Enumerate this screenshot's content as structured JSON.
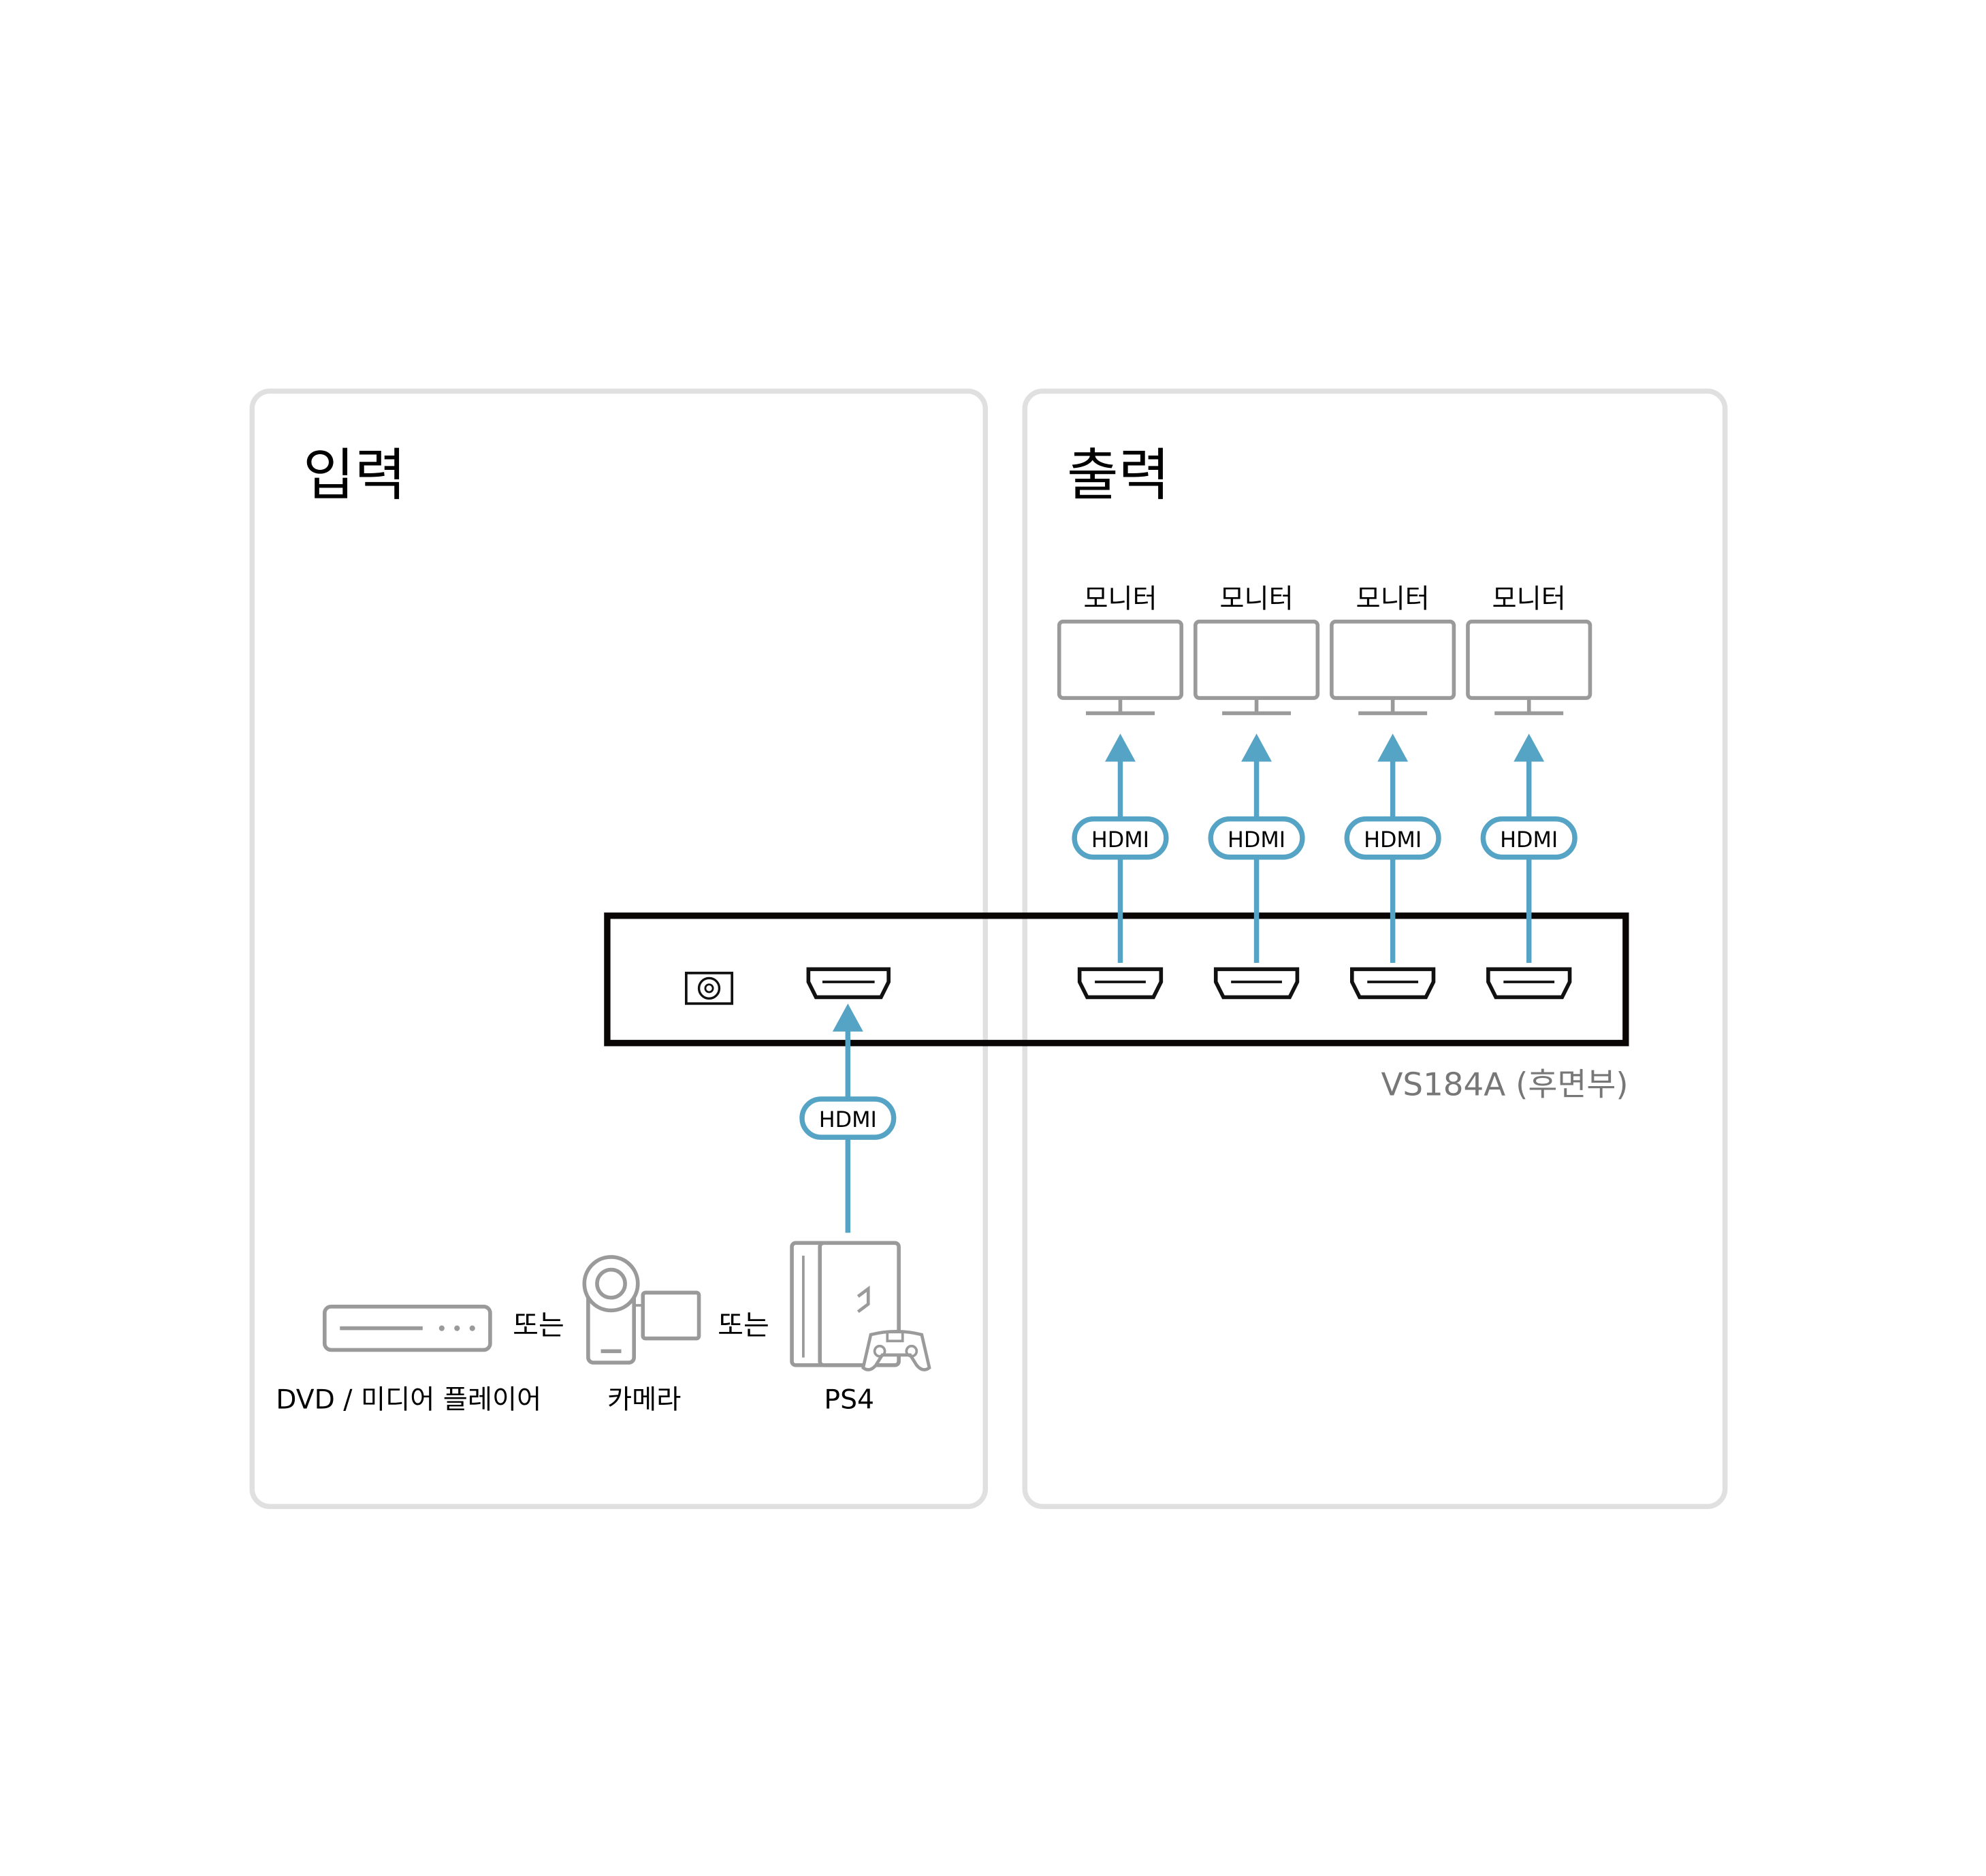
{
  "input_panel": {
    "title": "입력"
  },
  "output_panel": {
    "title": "출력"
  },
  "monitors": [
    {
      "label": "모니터",
      "cable": "HDMI"
    },
    {
      "label": "모니터",
      "cable": "HDMI"
    },
    {
      "label": "모니터",
      "cable": "HDMI"
    },
    {
      "label": "모니터",
      "cable": "HDMI"
    }
  ],
  "device": {
    "name": "VS184A (후면부)"
  },
  "input_cable": "HDMI",
  "sources": [
    {
      "label": "DVD / 미디어 플레이어",
      "icon": "dvd-player-icon"
    },
    {
      "label": "카메라",
      "icon": "camera-icon"
    },
    {
      "label": "PS4",
      "icon": "ps4-console-icon"
    }
  ],
  "separator": "또는",
  "colors": {
    "cable": "#55a3c5",
    "panel_border": "#e0e0e0",
    "icon_gray": "#9a9a9a"
  }
}
